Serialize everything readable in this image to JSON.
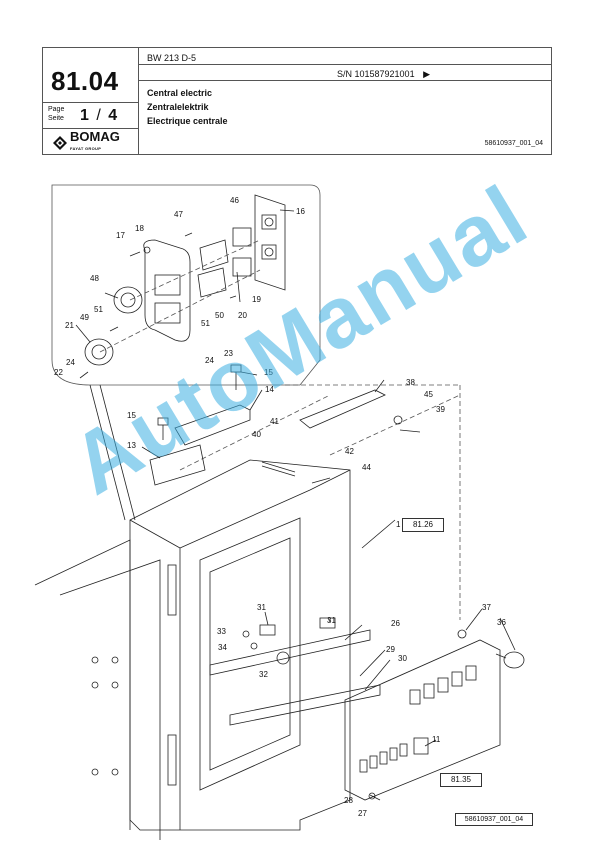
{
  "header": {
    "section": "81.04",
    "page_label_1": "Page",
    "page_label_2": "Seite",
    "page_number": "1",
    "page_sep": "/",
    "page_total": "4",
    "brand": "BOMAG",
    "brand_sub": "FAYAT GROUP",
    "model": "BW 213 D-5",
    "serial": "S/N 101587921001",
    "title_en": "Central electric",
    "title_de": "Zentralelektrik",
    "title_fr": "Electrique centrale",
    "doc_number": "58610937_001_04"
  },
  "drawing": {
    "references": [
      "81.26",
      "81.35"
    ],
    "callouts": [
      "46",
      "16",
      "47",
      "18",
      "17",
      "48",
      "19",
      "51",
      "20",
      "49",
      "50",
      "21",
      "51",
      "23",
      "24",
      "24",
      "22",
      "15",
      "14",
      "38",
      "45",
      "39",
      "15",
      "41",
      "40",
      "13",
      "42",
      "44",
      "1",
      "37",
      "31",
      "36",
      "26",
      "33",
      "34",
      "31",
      "29",
      "30",
      "32",
      "11",
      "28",
      "27"
    ],
    "footer_doc": "58610937_001_04"
  },
  "watermark": "AutoManual"
}
